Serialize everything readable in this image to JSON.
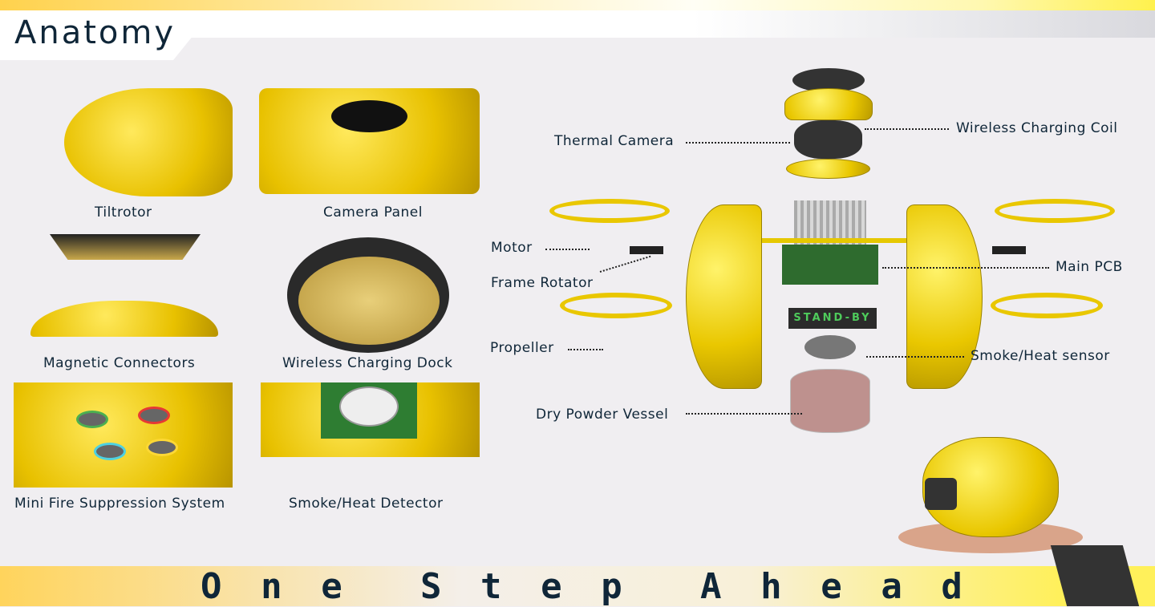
{
  "header": {
    "title": "Anatomy"
  },
  "thumbnails": [
    {
      "label": "Tiltrotor"
    },
    {
      "label": "Camera Panel"
    },
    {
      "label": "Magnetic Connectors"
    },
    {
      "label": "Wireless Charging Dock"
    },
    {
      "label": "Mini Fire Suppression System"
    },
    {
      "label": "Smoke/Heat Detector"
    }
  ],
  "diagram": {
    "labels": {
      "thermal_camera": "Thermal Camera",
      "wireless_charging_coil": "Wireless Charging Coil",
      "motor": "Motor",
      "frame_rotator": "Frame Rotator",
      "propeller": "Propeller",
      "main_pcb": "Main PCB",
      "smoke_heat_sensor": "Smoke/Heat sensor",
      "dry_powder_vessel": "Dry Powder Vessel"
    },
    "display_text": "STAND-BY"
  },
  "footer": {
    "slogan_words": [
      "O",
      "n",
      "e",
      " ",
      "S",
      "t",
      "e",
      "p",
      " ",
      "A",
      "h",
      "e",
      "a",
      "d"
    ]
  },
  "colors": {
    "accent": "#f2d000",
    "text": "#0f2638",
    "display": "#4ecb5b"
  }
}
